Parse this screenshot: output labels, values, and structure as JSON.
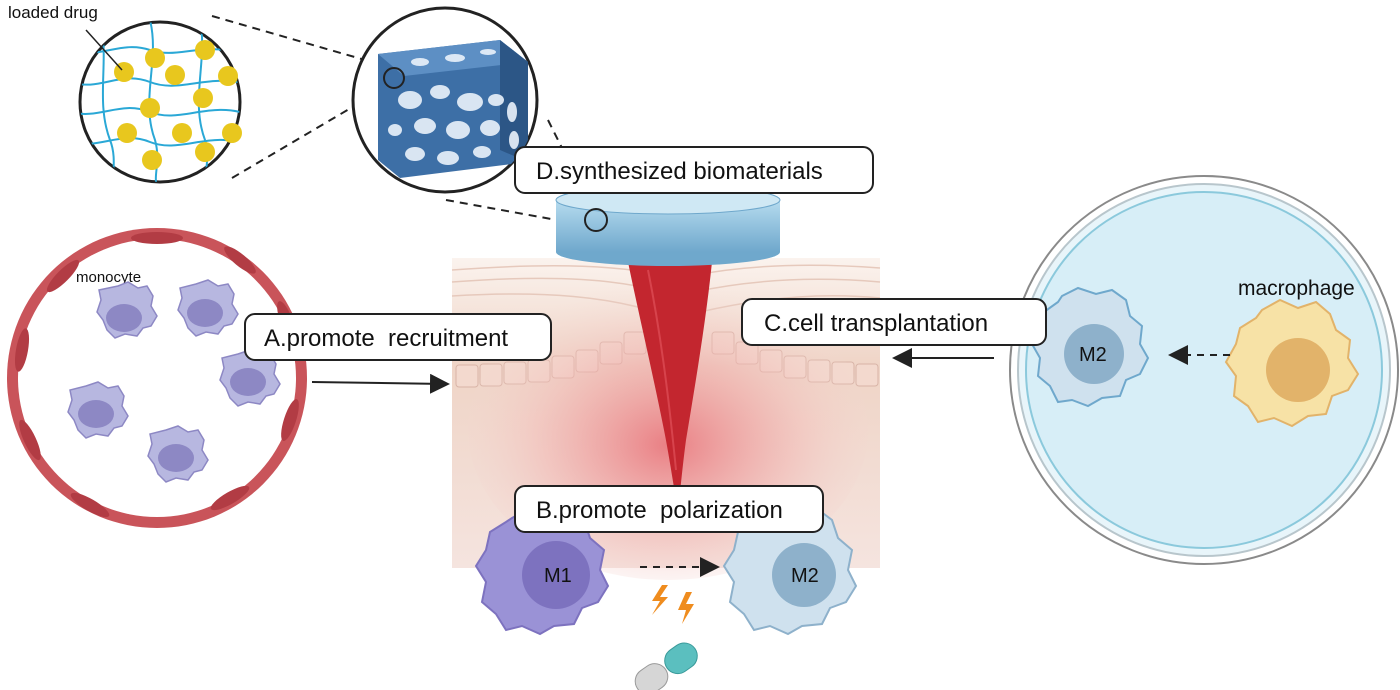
{
  "labels": {
    "loaded_drug": "loaded drug",
    "monocyte": "monocyte",
    "macrophage": "macrophage",
    "m1": "M1",
    "m2_polarized": "M2",
    "m2_transplanted": "M2"
  },
  "boxes": {
    "recruitment": "A.promote  recruitment",
    "polarization": "B.promote  polarization",
    "transplantation": "C.cell transplantation",
    "biomaterials": "D.synthesized biomaterials"
  },
  "colors": {
    "vessel_wall": "#c9545a",
    "vessel_cell": "#b23c44",
    "monocyte": "#b7b7e0",
    "monocyte_nucleus": "#8d88c4",
    "m1_cell": "#9a92d6",
    "m1_nucleus": "#7d72bf",
    "m2_cell": "#cfe1ee",
    "m2_nucleus": "#8eb1cb",
    "macrophage_cell": "#f7e2a6",
    "macrophage_nucleus": "#e2b36a",
    "dish": "#d7eef7",
    "wound": "#c3262f",
    "skin": "#f1d7cd",
    "scaffold": "#3d6fa6",
    "biomaterial_disc": "#8fc3df",
    "drug_dot": "#e8c71e",
    "polymer_line": "#2aa8d6",
    "lightning": "#ef8c1e",
    "capsule_gray": "#cfcfcf",
    "capsule_teal": "#5bbfbf"
  },
  "icons": [
    "lightning-icon",
    "capsule-icon"
  ]
}
